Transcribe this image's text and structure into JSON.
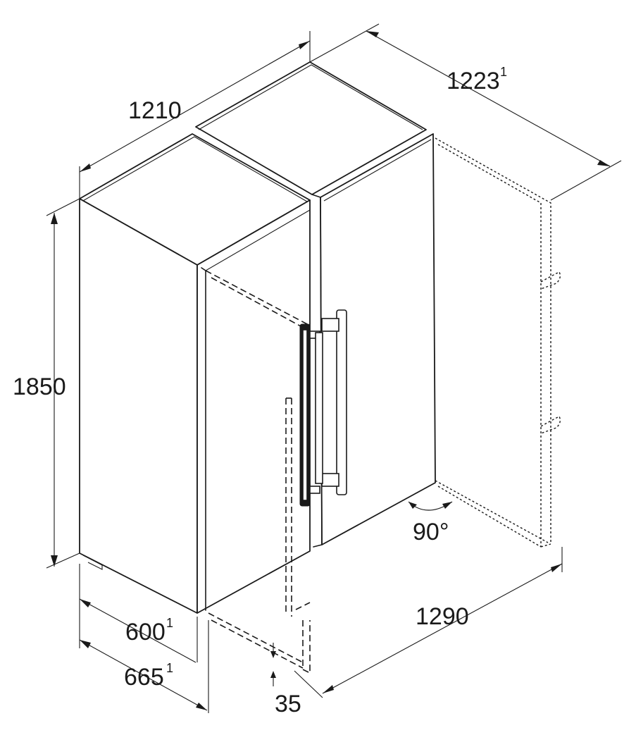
{
  "dimensions": {
    "total_width": "1210",
    "depth_with_door": "1223",
    "depth_with_door_footnote": "1",
    "height": "1850",
    "depth": "600",
    "depth_footnote": "1",
    "depth_with_handle": "665",
    "depth_with_handle_footnote": "1",
    "door_open_width": "1290",
    "door_open_angle": "90°",
    "handle_clearance": "35"
  }
}
